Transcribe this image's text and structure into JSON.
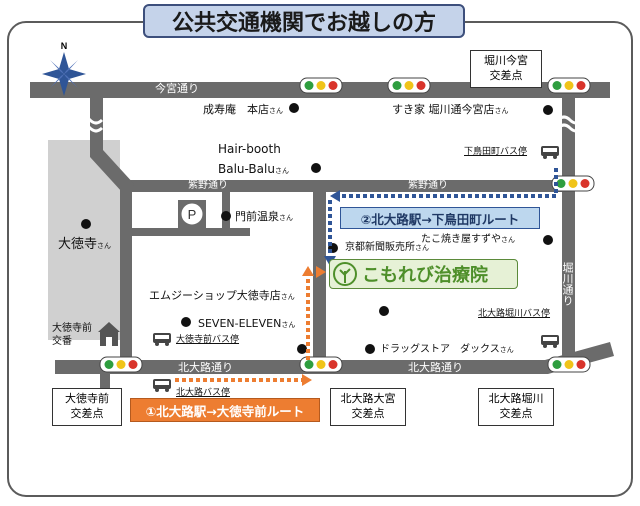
{
  "title": "公共交通機関でお越しの方",
  "roads": {
    "imamiya": "今宮通り",
    "murasakino_west": "紫野通り",
    "murasakino_east": "紫野通り",
    "kitaoji_west": "北大路通り",
    "kitaoji_east": "北大路通り",
    "horikawa": "堀川通り"
  },
  "intersections": {
    "horikawa_imamiya": "堀川今宮\n交差点",
    "daitokujimae": "大徳寺前\n交差点",
    "kitaoji_omiya": "北大路大宮\n交差点",
    "kitaoji_horikawa": "北大路堀川\n交差点"
  },
  "places": {
    "seijuan": "成寿庵　本店",
    "sukiya": "すき家 堀川通今宮店",
    "hair1": "Hair-booth",
    "hair2": "Balu-Balu",
    "monzen": "門前温泉",
    "daitokuji": "大徳寺",
    "kyoto_np": "京都新聞販売所",
    "takoyaki": "たこ焼き屋すずや",
    "mgshop": "エムジーショップ大徳寺店",
    "seven": "SEVEN-ELEVEN",
    "drugstore": "ドラッグストア　ダックス",
    "koban": "大徳寺前\n交番"
  },
  "honorific": "さん",
  "bus_stops": {
    "shimotanaka": "下鳥田町バス停",
    "daitokujimae": "大徳寺前バス停",
    "kitaoji_horikawa": "北大路堀川バス停",
    "kitaoji": "北大路バス停"
  },
  "routes": {
    "route1": "①北大路駅→大徳寺前ルート",
    "route2": "②北大路駅→下鳥田町ルート"
  },
  "clinic": "こもれび治療院",
  "compass_letter": "N",
  "parking_letter": "P",
  "colors": {
    "road": "#6b6b6b",
    "title_bg": "#c5d3ea",
    "route1": "#ed7d31",
    "route2": "#2f5597",
    "route2_bg": "#bdd7ee",
    "clinic_green": "#4e8f2a",
    "park": "#d0d0d0"
  }
}
